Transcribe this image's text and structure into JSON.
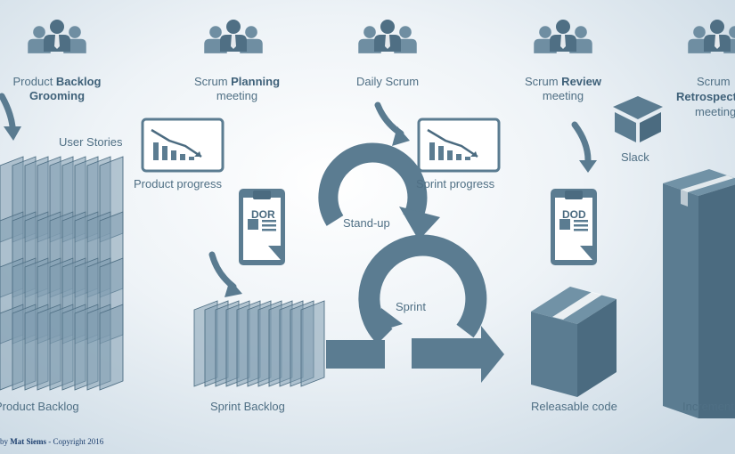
{
  "colors": {
    "icon": "#5b7c91",
    "icon_dark": "#4b6b80",
    "arrow": "#5a7b90",
    "label": "#4f6f84",
    "credit": "#1d3f6e"
  },
  "events": [
    {
      "id": "backlog-grooming",
      "prefix": "Product ",
      "bold": "Backlog",
      "line2": "Grooming",
      "line2_bold": true
    },
    {
      "id": "planning",
      "prefix": "Scrum ",
      "bold": "Planning",
      "line2": "meeting",
      "line2_bold": false
    },
    {
      "id": "daily",
      "prefix": "Daily Scrum",
      "bold": "",
      "line2": "",
      "line2_bold": false
    },
    {
      "id": "review",
      "prefix": "Scrum ",
      "bold": "Review",
      "line2": "meeting",
      "line2_bold": false
    },
    {
      "id": "retro",
      "prefix": "Scrum",
      "bold": "Retrospective",
      "line2": "meeting",
      "line2_bold": false
    }
  ],
  "labels": {
    "user_stories": "User Stories",
    "product_progress": "Product progress",
    "sprint_progress": "Sprint progress",
    "dor": "DOR",
    "dod": "DOD",
    "slack": "Slack",
    "stand_up": "Stand-up",
    "sprint": "Sprint",
    "product_backlog": "Product Backlog",
    "sprint_backlog": "Sprint Backlog",
    "releasable_code": "Releasable code",
    "increment": "Increment"
  },
  "icons": [
    "team-icon",
    "chart-icon",
    "clipboard-icon",
    "box-icon",
    "open-box-icon",
    "pillar-box-icon",
    "curved-arrow-icon",
    "sprint-loop-icon",
    "backlog-stack-icon"
  ],
  "credit": {
    "prefix": "by ",
    "author": "Mat Siems",
    "suffix": " - Copyright 2016"
  }
}
